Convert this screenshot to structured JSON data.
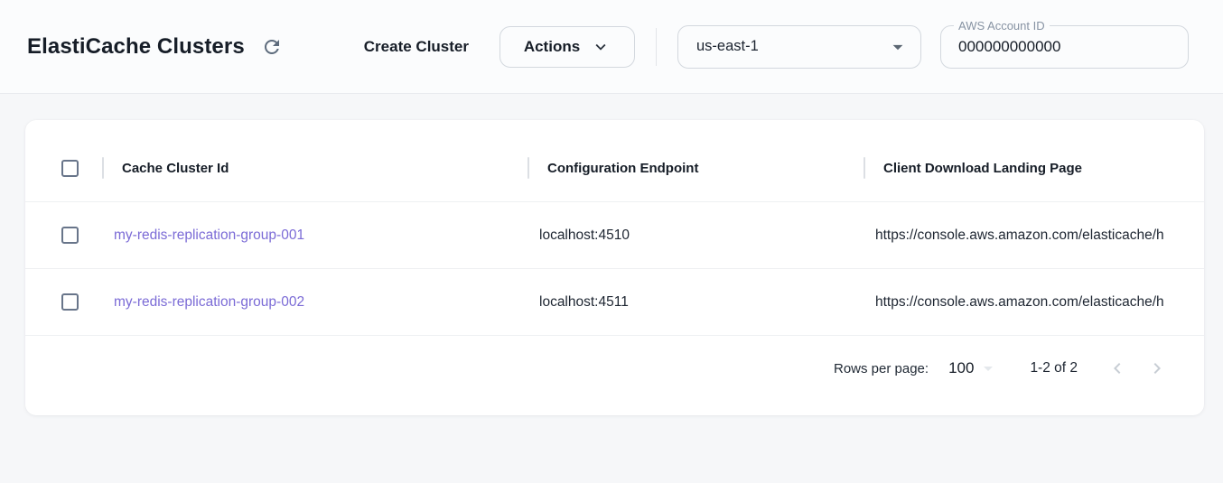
{
  "toolbar": {
    "title": "ElastiCache Clusters",
    "create_cluster_label": "Create Cluster",
    "actions_label": "Actions",
    "region": {
      "value": "us-east-1"
    },
    "aws_account": {
      "label": "AWS Account ID",
      "value": "000000000000"
    }
  },
  "icons": {
    "refresh": "⟳",
    "chevron_down": "⌄",
    "dropdown_caret": "▾",
    "chevron_left": "‹",
    "chevron_right": "›"
  },
  "table": {
    "columns": [
      {
        "key": "cache_cluster_id",
        "label": "Cache Cluster Id"
      },
      {
        "key": "configuration_endpoint",
        "label": "Configuration Endpoint"
      },
      {
        "key": "client_download_landing_page",
        "label": "Client Download Landing Page"
      }
    ],
    "rows": [
      {
        "cache_cluster_id": "my-redis-replication-group-001",
        "configuration_endpoint": "localhost:4510",
        "client_download_landing_page": "https://console.aws.amazon.com/elasticache/h"
      },
      {
        "cache_cluster_id": "my-redis-replication-group-002",
        "configuration_endpoint": "localhost:4511",
        "client_download_landing_page": "https://console.aws.amazon.com/elasticache/h"
      }
    ]
  },
  "pagination": {
    "rows_per_page_label": "Rows per page:",
    "rows_per_page_value": "100",
    "range_label": "1-2 of 2"
  },
  "colors": {
    "page_background": "#f6f7f9",
    "toolbar_background": "#fbfcfd",
    "card_background": "#ffffff",
    "link": "#7b6bd6",
    "text_primary": "#161d27",
    "checkbox_border": "#68758a",
    "disabled_icon": "#c7cdd4"
  }
}
